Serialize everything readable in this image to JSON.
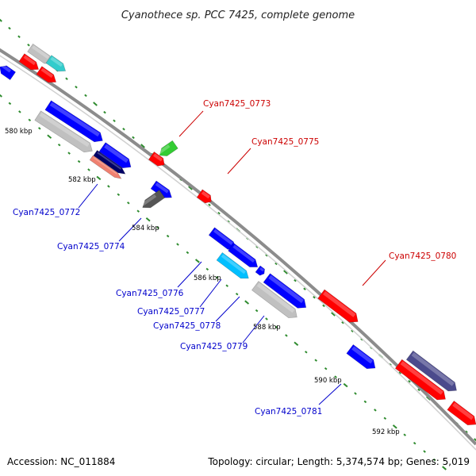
{
  "title": "Cyanothece sp. PCC 7425, complete genome",
  "footer": {
    "accession": "Accession: NC_011884",
    "topology": "Topology: circular; Length: 5,374,574 bp; Genes: 5,019"
  },
  "ticks": [
    {
      "label": "580 kbp"
    },
    {
      "label": "582 kbp"
    },
    {
      "label": "584 kbp"
    },
    {
      "label": "586 kbp"
    },
    {
      "label": "588 kbp"
    },
    {
      "label": "590 kbp"
    },
    {
      "label": "592 kbp"
    }
  ],
  "genes": [
    {
      "label": "Cyan7425_0772",
      "color": "#0000cc"
    },
    {
      "label": "Cyan7425_0773",
      "color": "#cc0000"
    },
    {
      "label": "Cyan7425_0774",
      "color": "#0000cc"
    },
    {
      "label": "Cyan7425_0775",
      "color": "#cc0000"
    },
    {
      "label": "Cyan7425_0776",
      "color": "#0000cc"
    },
    {
      "label": "Cyan7425_0777",
      "color": "#0000cc"
    },
    {
      "label": "Cyan7425_0778",
      "color": "#0000cc"
    },
    {
      "label": "Cyan7425_0779",
      "color": "#0000cc"
    },
    {
      "label": "Cyan7425_0780",
      "color": "#cc0000"
    },
    {
      "label": "Cyan7425_0781",
      "color": "#0000cc"
    }
  ],
  "colors": {
    "backbone": "#8c8c8c",
    "tick_dots": "#2e8b2e",
    "forward_gene": "#ff0000",
    "reverse_gene": "#0000ff",
    "rna_light_blue": "#00bfff",
    "cyan_feature": "#33cccc",
    "green_feature": "#33cc33",
    "grey_feature": "#c0c0c0",
    "dark_grey_feature": "#555555",
    "purple_feature": "#4b4a8c",
    "salmon_feature": "#f08070",
    "navy_feature": "#000066"
  }
}
